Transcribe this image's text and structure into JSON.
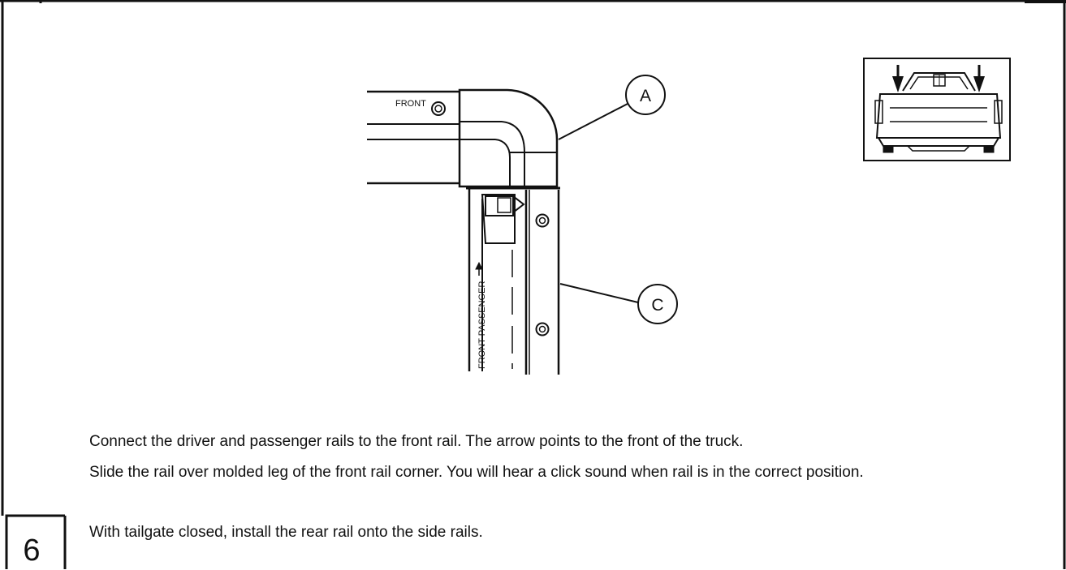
{
  "figure": {
    "callouts": {
      "a": "A",
      "c": "C"
    },
    "labels": {
      "front": "FRONT",
      "front_passenger": "FRONT PASSENGER"
    }
  },
  "instructions": {
    "p1": "Connect the driver and passenger rails to the front rail. The arrow points to the front of the truck.",
    "p2": "Slide the rail over molded leg of the front rail corner. You will hear a click sound when rail is in the correct position.",
    "p3": "With tailgate closed, install the rear rail onto the side rails."
  },
  "next_step": {
    "number": "6"
  }
}
